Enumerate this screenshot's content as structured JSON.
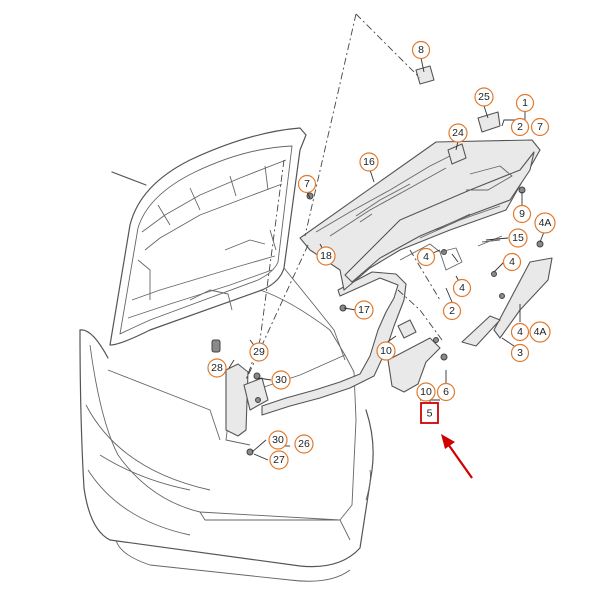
{
  "callouts": [
    {
      "id": "c8",
      "label": "8"
    },
    {
      "id": "c25",
      "label": "25"
    },
    {
      "id": "c1",
      "label": "1"
    },
    {
      "id": "c2a",
      "label": "2"
    },
    {
      "id": "c7a",
      "label": "7"
    },
    {
      "id": "c24",
      "label": "24"
    },
    {
      "id": "c16",
      "label": "16"
    },
    {
      "id": "c7b",
      "label": "7"
    },
    {
      "id": "c9",
      "label": "9"
    },
    {
      "id": "c4A1",
      "label": "4A"
    },
    {
      "id": "c15",
      "label": "15"
    },
    {
      "id": "c18",
      "label": "18"
    },
    {
      "id": "c4a",
      "label": "4"
    },
    {
      "id": "c4b",
      "label": "4"
    },
    {
      "id": "c4c",
      "label": "4"
    },
    {
      "id": "c2b",
      "label": "2"
    },
    {
      "id": "c17",
      "label": "17"
    },
    {
      "id": "c4d",
      "label": "4"
    },
    {
      "id": "c4A2",
      "label": "4A"
    },
    {
      "id": "c3",
      "label": "3"
    },
    {
      "id": "c10a",
      "label": "10"
    },
    {
      "id": "c29",
      "label": "29"
    },
    {
      "id": "c28",
      "label": "28"
    },
    {
      "id": "c30a",
      "label": "30"
    },
    {
      "id": "c10b",
      "label": "10"
    },
    {
      "id": "c6",
      "label": "6"
    },
    {
      "id": "c30b",
      "label": "30"
    },
    {
      "id": "c26",
      "label": "26"
    },
    {
      "id": "c27",
      "label": "27"
    }
  ],
  "highlight": {
    "label": "5",
    "color": "#d00000"
  },
  "colors": {
    "callout_ring": "#e07a2e",
    "highlight": "#d00000",
    "line": "#555555"
  }
}
